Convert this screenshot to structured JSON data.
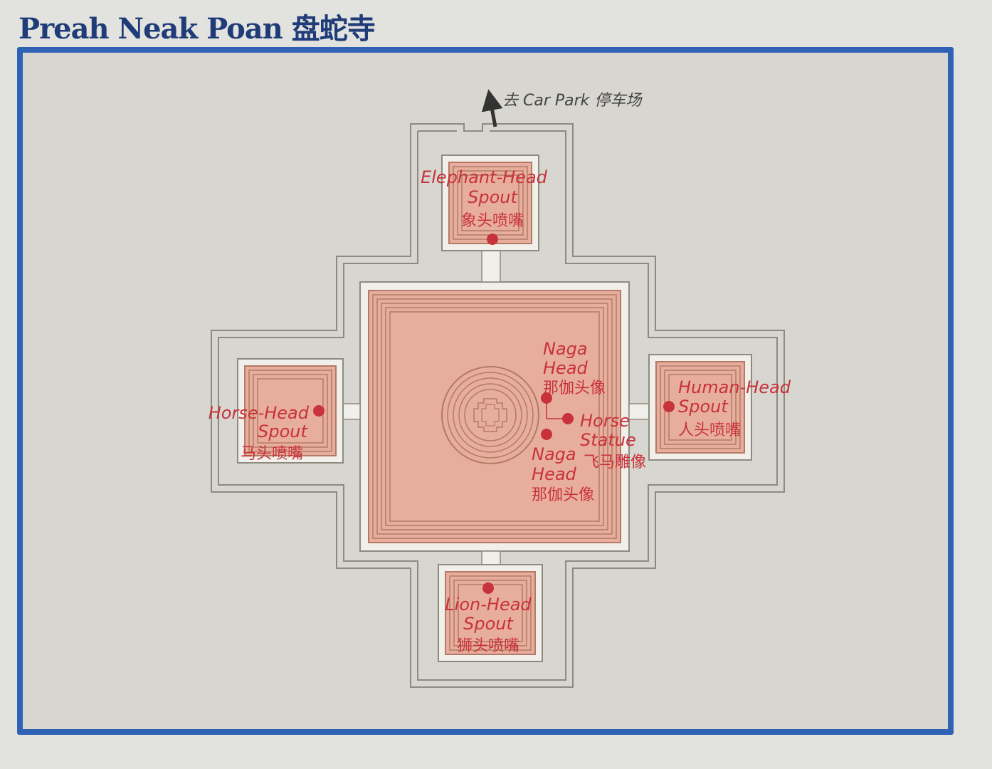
{
  "title": "Preah Neak Poan  盘蛇寺",
  "car_park_label": "去 Car Park 停车场",
  "labels": {
    "elephant": [
      "Elephant-Head",
      "Spout",
      "象头喷嘴"
    ],
    "horse_spout": [
      "Horse-Head",
      "Spout",
      "马头喷嘴"
    ],
    "human": [
      "Human-Head",
      "Spout",
      "人头喷嘴"
    ],
    "lion": [
      "Lion-Head",
      "Spout",
      "狮头喷嘴"
    ],
    "naga_top": [
      "Naga",
      "Head",
      "那伽头像"
    ],
    "naga_bottom": [
      "Naga",
      "Head",
      "那伽头像"
    ],
    "horse_statue": [
      "Horse",
      "Statue",
      "飞马雕像"
    ]
  },
  "colors": {
    "frame": "#2f62b4",
    "title": "#1f3c78",
    "background": "#d7d6d0",
    "pool_fill": "#e8ae9d",
    "pool_line": "#b37a66",
    "marker": "#c8323a",
    "outline": "#8e8a80"
  }
}
